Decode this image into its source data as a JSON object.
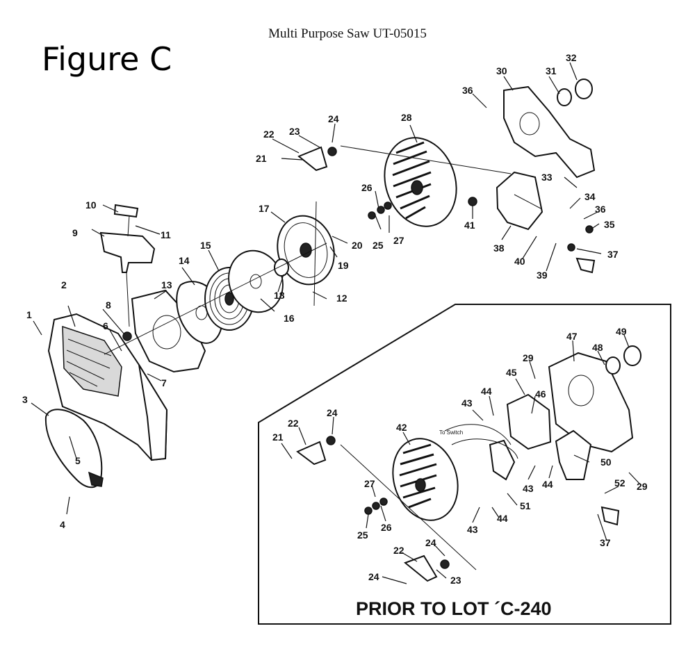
{
  "header": {
    "title": "Multi Purpose Saw UT-05015",
    "figure_label": "Figure C"
  },
  "inset": {
    "caption": "PRIOR TO LOT ´C-240",
    "wire_label": "To Switch"
  },
  "callouts": {
    "main": [
      "1",
      "2",
      "3",
      "4",
      "5",
      "6",
      "7",
      "8",
      "9",
      "10",
      "11",
      "12",
      "13",
      "14",
      "15",
      "16",
      "17",
      "18",
      "19",
      "20",
      "21",
      "22",
      "23",
      "24",
      "25",
      "26",
      "27",
      "28",
      "30",
      "31",
      "32",
      "33",
      "34",
      "35",
      "36",
      "36",
      "37",
      "38",
      "39",
      "40",
      "41"
    ],
    "inset": [
      "21",
      "22",
      "24",
      "27",
      "26",
      "25",
      "42",
      "43",
      "44",
      "45",
      "46",
      "29",
      "47",
      "48",
      "49",
      "43",
      "44",
      "50",
      "52",
      "29",
      "51",
      "43",
      "44",
      "37",
      "22",
      "24",
      "24",
      "23"
    ]
  },
  "colors": {
    "ink": "#111111",
    "paper": "#ffffff"
  }
}
